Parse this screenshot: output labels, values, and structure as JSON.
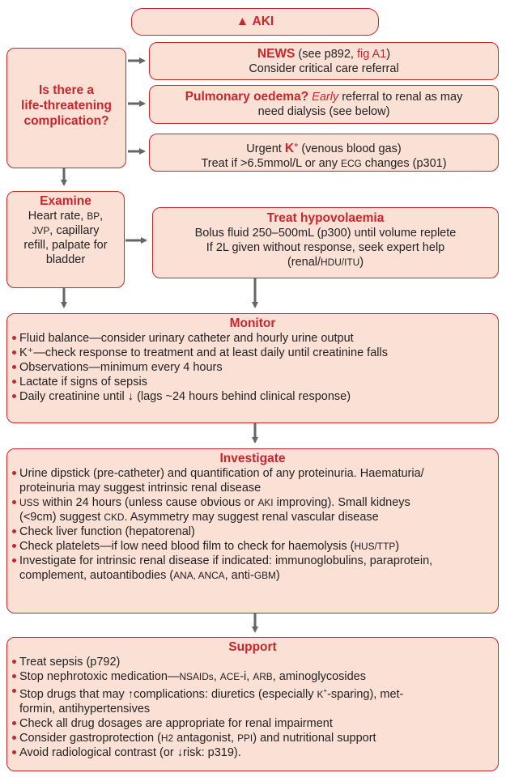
{
  "title": {
    "icon": "warning-icon",
    "text": "AKI"
  },
  "complication": {
    "question": [
      "Is there a",
      "life-threatening",
      "complication?"
    ],
    "news": {
      "label": "NEWS",
      "ref_pre": " (see p892, ",
      "ref_link": "fig A1",
      "ref_post": ")",
      "line2": "Consider critical care referral"
    },
    "pulmonary": {
      "label": "Pulmonary oedema?",
      "early": "Early",
      "line1_rest": " referral to renal as may",
      "line2": "need dialysis (see below)"
    },
    "potassium": {
      "pre": "Urgent ",
      "k": "K",
      "k_sup": "+",
      "post": " (venous blood gas)",
      "line2_a": "Treat if >6.5mmol/L or any ",
      "line2_ecg": "ECG",
      "line2_b": " changes (p301)"
    }
  },
  "examine": {
    "heading": "Examine",
    "l1_a": "Heart rate, ",
    "l1_bp": "BP",
    "l1_b": ",",
    "l2_jvp": "JVP",
    "l2_b": ", capillary",
    "l3": "refill, palpate for",
    "l4": "bladder"
  },
  "hypovolaemia": {
    "heading": "Treat hypovolaemia",
    "line1": "Bolus fluid 250–500mL (p300) until volume replete",
    "line2": "If 2L given without response, seek expert help",
    "line3_a": "(renal/",
    "line3_sc": "HDU/ITU",
    "line3_b": ")"
  },
  "monitor": {
    "heading": "Monitor",
    "items": [
      "Fluid balance—consider urinary catheter and hourly urine output",
      "K⁺—check response to treatment and at least daily until creatinine falls",
      "Observations—minimum every 4 hours",
      "Lactate if signs of sepsis",
      "Daily creatinine until ↓ (lags ~24 hours behind clinical response)"
    ]
  },
  "investigate": {
    "heading": "Investigate",
    "i1_l1": "Urine dipstick (pre-catheter) and quantification of any proteinuria. Haematuria/",
    "i1_l2": "proteinuria may suggest intrinsic renal disease",
    "i2_uss": "USS",
    "i2_a": " within 24 hours (unless cause obvious or ",
    "i2_aki": "AKI",
    "i2_b": " improving). Small kidneys",
    "i2_l2_a": "(<9cm) suggest ",
    "i2_ckd": "CKD",
    "i2_l2_b": ". Asymmetry may suggest renal vascular disease",
    "i3": "Check liver function (hepatorenal)",
    "i4_a": "Check platelets—if low need blood film to check for haemolysis (",
    "i4_sc": "HUS/TTP",
    "i4_b": ")",
    "i5_l1": "Investigate for intrinsic renal disease if indicated: immunoglobulins, paraprotein,",
    "i5_l2_a": "complement, autoantibodies (",
    "i5_sc": "ANA, ANCA",
    "i5_l2_b": ", anti-",
    "i5_gbm": "GBM",
    "i5_l2_c": ")"
  },
  "support": {
    "heading": "Support",
    "s1": "Treat sepsis (p792)",
    "s2_a": "Stop nephrotoxic medication—",
    "s2_nsaids": "NSAIDs",
    "s2_sep1": ", ",
    "s2_ace": "ACE",
    "s2_b": "-i, ",
    "s2_arb": "ARB",
    "s2_c": ", aminoglycosides",
    "s3_a": "Stop drugs that may ↑complications: diuretics (especially ",
    "s3_k": "K",
    "s3_sup": "+",
    "s3_b": "-sparing), met-",
    "s3_l2": "formin, antihypertensives",
    "s4": "Check all drug dosages are appropriate for renal impairment",
    "s5_a": "Consider gastroprotection (",
    "s5_h2": "H2",
    "s5_b": " antagonist, ",
    "s5_ppi": "PPI",
    "s5_c": ") and nutritional support",
    "s6": "Avoid radiological contrast (or ↓risk: p319)."
  },
  "colors": {
    "border": "#c8262d",
    "fill": "#fbe0d6",
    "arrow": "#666666",
    "text": "#222222"
  }
}
